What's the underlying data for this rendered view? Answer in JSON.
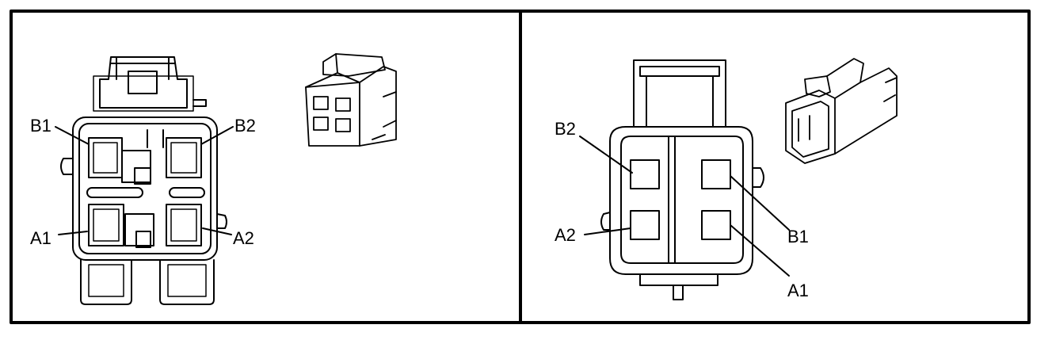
{
  "left_panel": {
    "labels": {
      "b1": "B1",
      "b2": "B2",
      "a1": "A1",
      "a2": "A2"
    }
  },
  "right_panel": {
    "labels": {
      "b2": "B2",
      "a2": "A2",
      "b1": "B1",
      "a1": "A1"
    }
  }
}
